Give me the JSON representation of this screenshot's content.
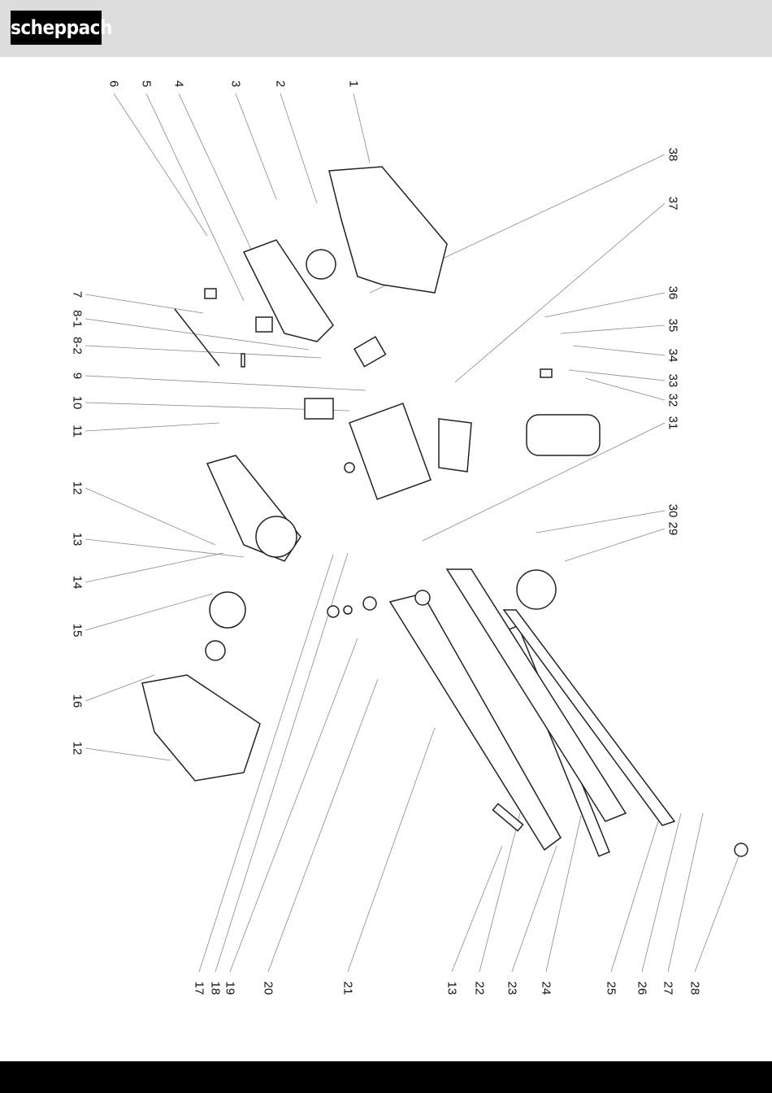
{
  "brand": "scheppach",
  "part_labels": {
    "top": [
      "6",
      "5",
      "4",
      "3",
      "2",
      "1"
    ],
    "right": [
      "38",
      "37",
      "36",
      "35",
      "34",
      "33",
      "32",
      "31",
      "30",
      "29"
    ],
    "left": [
      "7",
      "8-1",
      "8-2",
      "9",
      "10",
      "11",
      "12",
      "13",
      "14",
      "15",
      "16",
      "12"
    ],
    "bottom": [
      "17",
      "18",
      "19",
      "20",
      "21",
      "13",
      "22",
      "23",
      "24",
      "25",
      "26",
      "27",
      "28"
    ]
  }
}
